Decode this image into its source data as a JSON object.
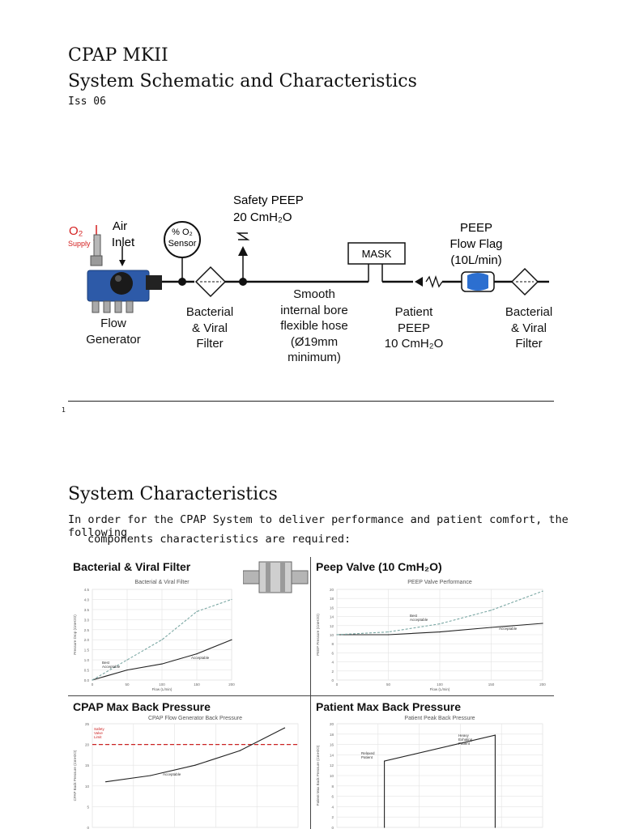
{
  "header": {
    "title_line1": "CPAP MKII",
    "title_line2": "System Schematic and Characteristics",
    "issue": "Iss 06"
  },
  "schematic": {
    "o2_label": "O₂",
    "supply_label": "Supply",
    "air_inlet_label": "Air\nInlet",
    "o2_sensor_label": "% O₂\nSensor",
    "safety_peep_label": "Safety PEEP\n20 CmH₂O",
    "mask_label": "MASK",
    "peep_flow_flag_label": "PEEP\nFlow Flag\n(10L/min)",
    "flow_generator_label": "Flow\nGenerator",
    "bacterial_filter_label": "Bacterial\n& Viral\nFilter",
    "hose_label": "Smooth\ninternal bore\nflexible hose\n(Ø19mm\nminimum)",
    "patient_peep_label": "Patient\nPEEP\n10 CmH₂O",
    "bacterial_filter_label_2": "Bacterial\n& Viral\nFilter"
  },
  "footnote_marker": "1",
  "section": {
    "title": "System Characteristics",
    "para_line1": "In order for the CPAP System to deliver performance and patient comfort, the following",
    "para_line2": "components characteristics are required:"
  },
  "panels": [
    {
      "heading": "Bacterial & Viral Filter"
    },
    {
      "heading": "Peep Valve (10 CmH₂O)"
    },
    {
      "heading": "CPAP Max Back Pressure"
    },
    {
      "heading": "Patient Max Back Pressure"
    }
  ],
  "chart_data": [
    {
      "type": "line",
      "title": "Bacterial & Viral Filter",
      "xlabel": "Flow (L/min)",
      "ylabel": "Pressure Drop (CmH2O)",
      "xlim": [
        0,
        200
      ],
      "ylim": [
        0,
        4.5
      ],
      "xticks": [
        0,
        50,
        100,
        150,
        200
      ],
      "yticks": [
        "0.0",
        "0.5",
        "1.0",
        "1.5",
        "2.0",
        "2.5",
        "3.0",
        "3.5",
        "4.0",
        "4.5"
      ],
      "series": [
        {
          "name": "Acceptable",
          "style": "solid",
          "color": "#222222",
          "x": [
            0,
            50,
            100,
            150,
            200
          ],
          "y": [
            0.0,
            0.5,
            0.8,
            1.3,
            2.0
          ]
        },
        {
          "name": "Best Acceptable",
          "style": "dashed",
          "color": "#7aa7a3",
          "x": [
            0,
            50,
            100,
            150,
            200
          ],
          "y": [
            0.0,
            1.0,
            2.0,
            3.4,
            4.0
          ]
        }
      ]
    },
    {
      "type": "line",
      "title": "PEEP Valve Performance",
      "xlabel": "Flow (L/min)",
      "ylabel": "PEEP Pressure (CmH2O)",
      "xlim": [
        0,
        200
      ],
      "ylim": [
        0,
        20
      ],
      "xticks": [
        0,
        50,
        100,
        150,
        200
      ],
      "yticks": [
        "0",
        "2",
        "4",
        "6",
        "8",
        "10",
        "12",
        "14",
        "16",
        "18",
        "20"
      ],
      "series": [
        {
          "name": "Acceptable",
          "style": "solid",
          "color": "#222222",
          "x": [
            0,
            50,
            100,
            150,
            200
          ],
          "y": [
            10.0,
            10.0,
            10.6,
            11.6,
            12.5
          ]
        },
        {
          "name": "Best Acceptable",
          "style": "dashed",
          "color": "#7aa7a3",
          "x": [
            0,
            50,
            100,
            150,
            200
          ],
          "y": [
            10.0,
            10.6,
            12.4,
            15.4,
            19.6
          ]
        }
      ]
    },
    {
      "type": "line",
      "title": "CPAP Flow Generator Back Pressure",
      "xlabel": "",
      "ylabel": "CPAP Back Pressure (CmH2O)",
      "ylim": [
        0,
        25
      ],
      "yticks": [
        "0",
        "5",
        "10",
        "15",
        "20",
        "25"
      ],
      "annotations": [
        "Safety Valve Limit",
        "Acceptable"
      ],
      "reference_line": {
        "label": "Safety Valve Limit",
        "y": 20,
        "color": "#cc2222",
        "style": "dashed"
      },
      "series": [
        {
          "name": "Acceptable",
          "style": "solid",
          "color": "#222222",
          "x": [
            0,
            1,
            2,
            3,
            4
          ],
          "y": [
            11,
            12.5,
            15,
            18.5,
            24
          ]
        }
      ]
    },
    {
      "type": "line",
      "title": "Patient Peak Back Pressure",
      "xlabel": "",
      "ylabel": "Patient Max Back Pressure (CmH2O)",
      "ylim": [
        0,
        20
      ],
      "yticks": [
        "0",
        "2",
        "4",
        "6",
        "8",
        "10",
        "12",
        "14",
        "16",
        "18",
        "20"
      ],
      "annotations": [
        "Relaxed Patient",
        "Heavy Exhaling Patient"
      ],
      "series": [
        {
          "name": "",
          "style": "solid",
          "color": "#222222",
          "x": [
            0.3,
            0.3,
            1.0,
            1.0
          ],
          "y": [
            0,
            12.8,
            17.8,
            0
          ]
        }
      ]
    }
  ],
  "colors": {
    "o2_red": "#d42020",
    "flow_generator_blue": "#2d5aa8",
    "flow_flag_blue": "#2c6fd0",
    "dashed_series": "#7aa7a3",
    "safety_red": "#cc2222"
  }
}
